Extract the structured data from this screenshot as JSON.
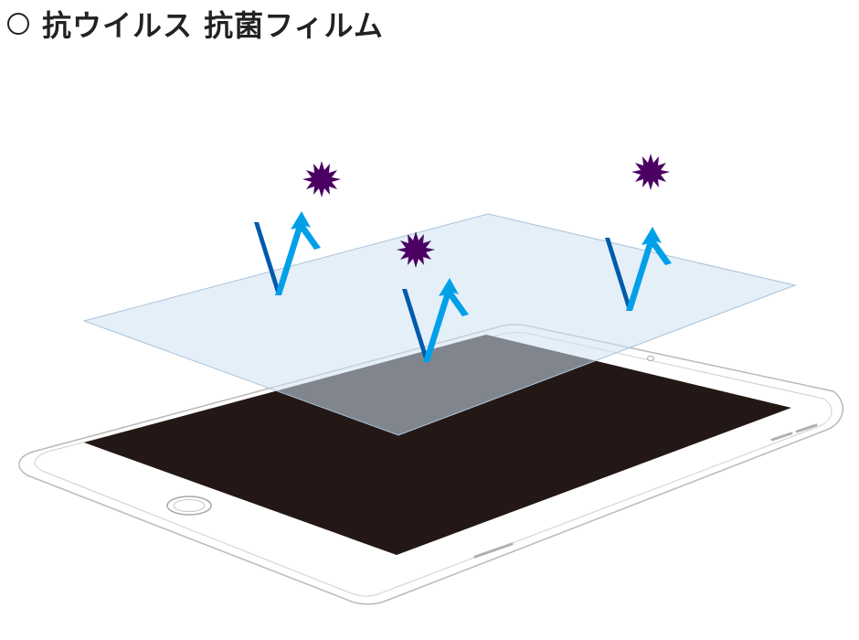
{
  "heading": {
    "title": "抗ウイルス 抗菌フィルム"
  },
  "illustration": {
    "device": "tablet-device",
    "film": "protective-film",
    "germ_icons": [
      "germ-icon",
      "germ-icon",
      "germ-icon"
    ],
    "deflect_icons": [
      "deflect-arrow-icon",
      "deflect-arrow-icon",
      "deflect-arrow-icon"
    ]
  },
  "colors": {
    "screen": "#231815",
    "film": "#cfe2f3",
    "film_edge": "#a9c3d8",
    "arrow_light": "#00a0e9",
    "arrow_dark": "#005bac",
    "germ": "#4b0063",
    "outline": "#b9b9b9",
    "text": "#222222"
  }
}
